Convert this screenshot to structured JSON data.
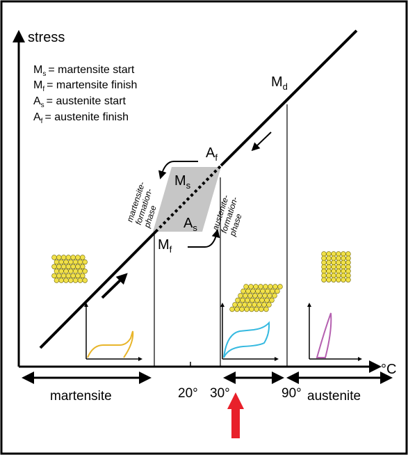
{
  "axis": {
    "y_label": "stress",
    "x_unit": "°C"
  },
  "legend": [
    {
      "sym": "M",
      "sub": "s",
      "text": "= martensite start"
    },
    {
      "sym": "M",
      "sub": "f",
      "text": "= martensite finish"
    },
    {
      "sym": "A",
      "sub": "s",
      "text": "= austenite start"
    },
    {
      "sym": "A",
      "sub": "f",
      "text": "= austenite finish"
    }
  ],
  "points": {
    "md": {
      "sym": "M",
      "sub": "d"
    },
    "af": {
      "sym": "A",
      "sub": "f"
    },
    "ms": {
      "sym": "M",
      "sub": "s"
    },
    "as": {
      "sym": "A",
      "sub": "s"
    },
    "mf": {
      "sym": "M",
      "sub": "f"
    }
  },
  "phases": {
    "martensite_formation": [
      "martensite-",
      "formation-",
      "phase"
    ],
    "austenite_formation": [
      "austenite-",
      "formation-",
      "phase"
    ]
  },
  "bottom": {
    "martensite": "martensite",
    "austenite": "austenite",
    "t20": "20°",
    "t30": "30°",
    "t90": "90°"
  },
  "colors": {
    "martensite_curve": "#e8b52a",
    "superelastic_curve": "#35b9e0",
    "austenite_curve": "#b560b0",
    "atom_fill": "#f1e14a",
    "hysteresis_box": "#c6c6c6",
    "indicator_arrow": "#e8202a"
  }
}
